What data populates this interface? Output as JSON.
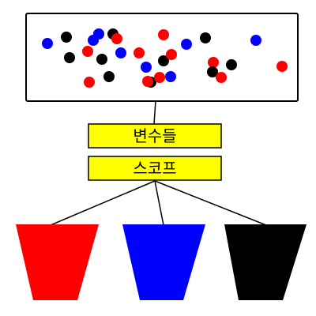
{
  "labels": {
    "variables": "변수들",
    "scope": "스코프"
  },
  "colors": {
    "red": "#ff0000",
    "blue": "#0000ff",
    "black": "#000000",
    "label_fill": "#ffff00",
    "outline": "#000000",
    "panel_fill": "#ffffff"
  },
  "variable_dots": [
    {
      "color": "blue"
    },
    {
      "color": "black"
    },
    {
      "color": "blue"
    },
    {
      "color": "black"
    },
    {
      "color": "red"
    },
    {
      "color": "red"
    },
    {
      "color": "black"
    },
    {
      "color": "blue"
    },
    {
      "color": "black"
    },
    {
      "color": "red"
    },
    {
      "color": "black"
    },
    {
      "color": "blue"
    },
    {
      "color": "red"
    },
    {
      "color": "blue"
    },
    {
      "color": "black"
    },
    {
      "color": "red"
    },
    {
      "color": "black"
    },
    {
      "color": "red"
    },
    {
      "color": "black"
    },
    {
      "color": "red"
    },
    {
      "color": "blue"
    },
    {
      "color": "red"
    },
    {
      "color": "black"
    },
    {
      "color": "red"
    },
    {
      "color": "blue"
    },
    {
      "color": "black"
    },
    {
      "color": "red"
    },
    {
      "color": "blue"
    },
    {
      "color": "red"
    }
  ],
  "buckets": [
    {
      "color": "red"
    },
    {
      "color": "blue"
    },
    {
      "color": "black"
    }
  ]
}
